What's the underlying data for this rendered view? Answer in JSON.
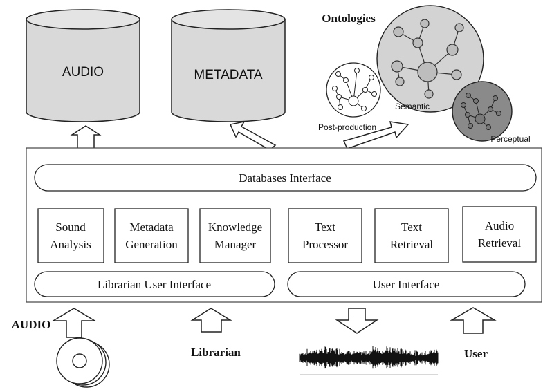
{
  "databases": {
    "audio_label": "AUDIO",
    "metadata_label": "METADATA"
  },
  "ontologies": {
    "title": "Ontologies",
    "post_production": "Post-production",
    "semantic": "Semantic",
    "perceptual": "Perceptual"
  },
  "system": {
    "databases_interface": "Databases Interface",
    "modules": [
      {
        "line1": "Sound",
        "line2": "Analysis"
      },
      {
        "line1": "Metadata",
        "line2": "Generation"
      },
      {
        "line1": "Knowledge",
        "line2": "Manager"
      },
      {
        "line1": "Text",
        "line2": "Processor"
      },
      {
        "line1": "Text",
        "line2": "Retrieval"
      },
      {
        "line1": "Audio",
        "line2": "Retrieval"
      }
    ],
    "librarian_ui": "Librarian User Interface",
    "user_ui": "User Interface"
  },
  "actors": {
    "audio": "AUDIO",
    "librarian": "Librarian",
    "user": "User"
  },
  "colors": {
    "cylinder_fill": "#d9d9d9",
    "stroke": "#222222",
    "semantic_fill": "#d0d0d0",
    "perceptual_fill": "#8a8a8a",
    "node_fill": "#bdbdbd"
  }
}
